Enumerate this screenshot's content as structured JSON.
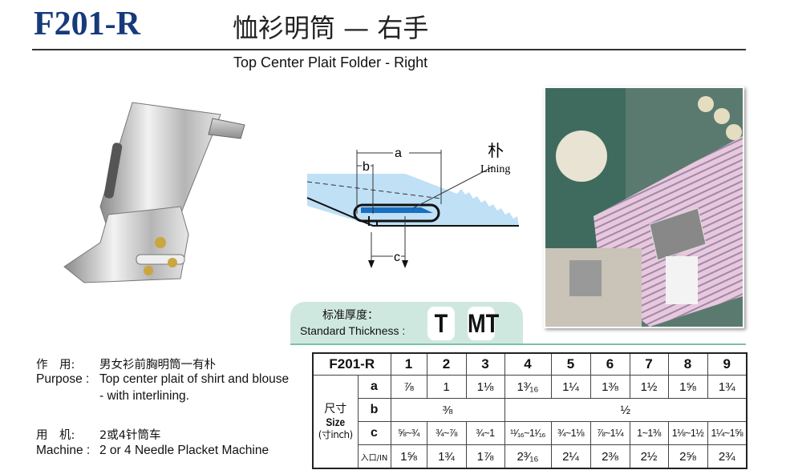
{
  "header": {
    "model": "F201-R",
    "title_cn": "恤衫明筒 — 右手",
    "subtitle": "Top Center Plait Folder - Right"
  },
  "diagram": {
    "label_a": "a",
    "label_b": "b",
    "label_c": "c",
    "lining_cn": "朴",
    "lining_en": "Lining"
  },
  "thickness": {
    "label_cn": "标准厚度：",
    "label_en": "Standard Thickness :",
    "badges": [
      "T",
      "MT"
    ]
  },
  "info": {
    "purpose_cn_label": "作　用:",
    "purpose_cn": "男女衫前胸明筒一有朴",
    "purpose_en_label": "Purpose :",
    "purpose_en_1": "Top center plait of shirt and blouse",
    "purpose_en_2": "- with interlining.",
    "machine_cn_label": "用　机:",
    "machine_cn": "2或4针筒车",
    "machine_en_label": "Machine :",
    "machine_en": "2 or 4 Needle Placket Machine"
  },
  "table": {
    "model": "F201-R",
    "size_cn": "尺寸",
    "size_en": "Size",
    "unit": "(寸inch)",
    "columns": [
      "1",
      "2",
      "3",
      "4",
      "5",
      "6",
      "7",
      "8",
      "9"
    ],
    "row_a_label": "a",
    "row_a": [
      "⅞",
      "1",
      "1⅛",
      "1³⁄₁₆",
      "1¼",
      "1⅜",
      "1½",
      "1⅝",
      "1¾"
    ],
    "row_b_label": "b",
    "row_b": [
      "⅜",
      "½"
    ],
    "row_c_label": "c",
    "row_c": [
      "⅝~¾",
      "¾~⅞",
      "¾~1",
      "¹¹⁄₁₆~1¹⁄₁₆",
      "¾~1⅛",
      "⅞~1¼",
      "1~1⅜",
      "1⅛~1½",
      "1¼~1⅝"
    ],
    "row_in_label": "入口/IN",
    "row_in": [
      "1⅝",
      "1¾",
      "1⅞",
      "2³⁄₁₆",
      "2¼",
      "2⅜",
      "2½",
      "2⅝",
      "2¾"
    ]
  },
  "colors": {
    "brand": "#163a7a",
    "fabric": "#bfe0f5",
    "panel": "#cfe8df"
  }
}
